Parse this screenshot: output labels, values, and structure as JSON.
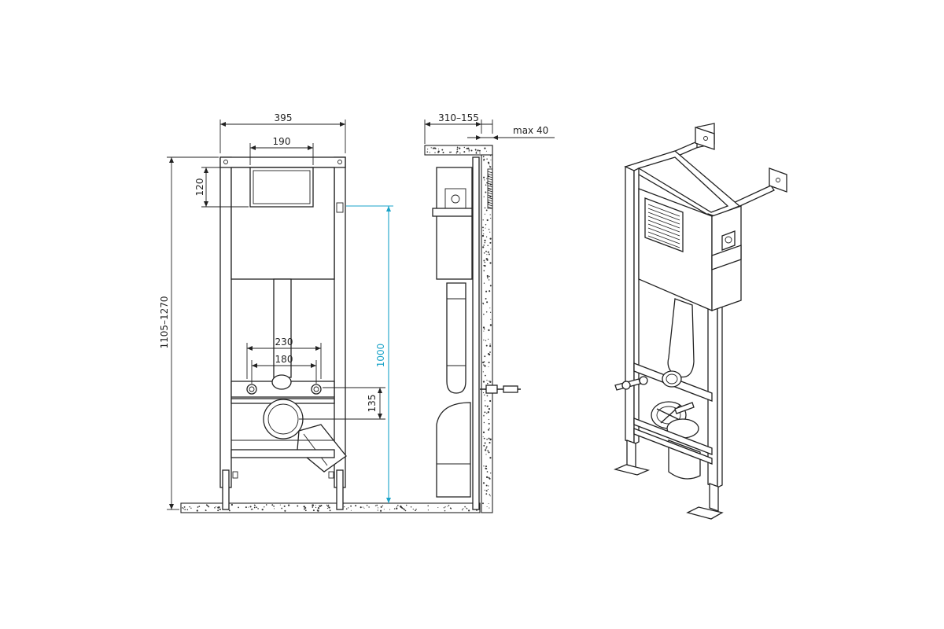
{
  "diagram": {
    "front_view": {
      "dim_frame_width": "395",
      "dim_panel_width": "190",
      "dim_panel_height": "120",
      "dim_total_height": "1105–1270",
      "dim_outer_bolts": "230",
      "dim_inner_bolts": "180",
      "dim_pipe_offset": "135"
    },
    "side_view": {
      "dim_wall_depth": "310–155",
      "dim_max_offset": "max 40",
      "dim_outlet_height": "1000"
    },
    "colors": {
      "line": "#222222",
      "dimension_highlight": "#1aa3c8"
    }
  }
}
